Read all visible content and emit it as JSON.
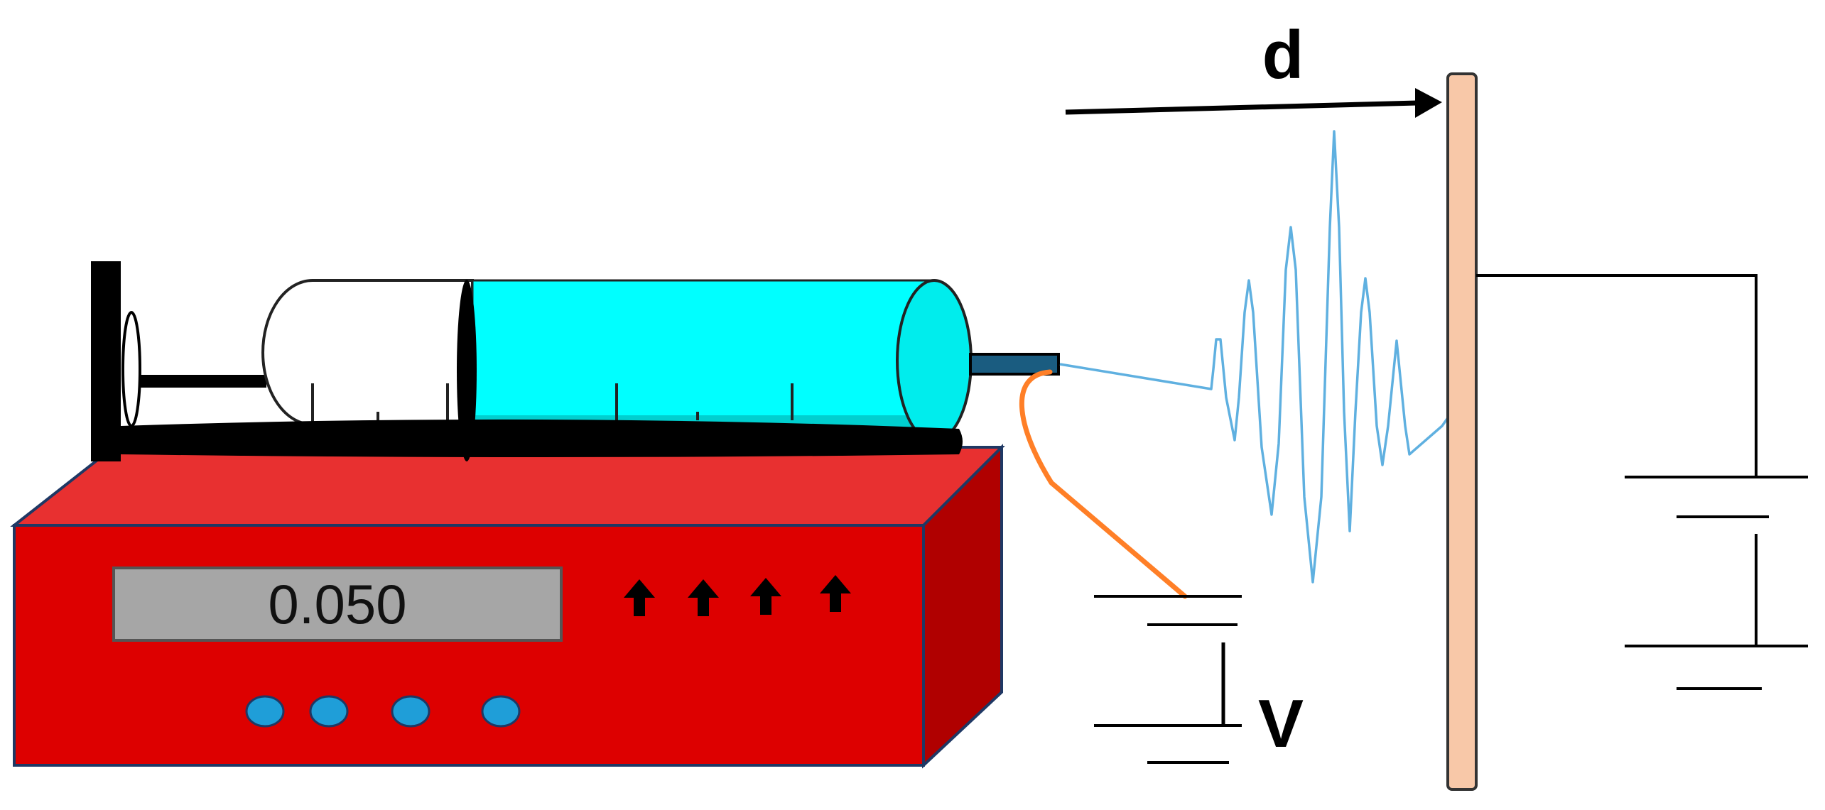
{
  "pump": {
    "display_value": "0.050",
    "buttons": 4,
    "arrows": 4
  },
  "labels": {
    "distance": "d",
    "voltage": "V"
  },
  "colors": {
    "pump_body": "#dd0000",
    "pump_top": "#e83030",
    "pump_side": "#b00000",
    "display_bg": "#a6a6a6",
    "button_fill": "#1f9ed8",
    "solution": "#00ffff",
    "jet": "#5fb0e0",
    "wire": "#ff7f27",
    "collector": "#f8c8a8",
    "line": "#000000"
  }
}
